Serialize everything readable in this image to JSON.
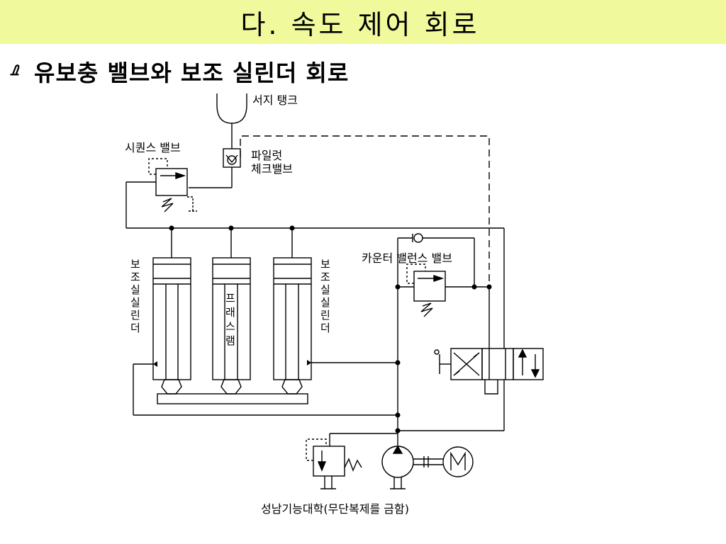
{
  "title": "다. 속도 제어 회로",
  "subtitle": {
    "bullet": "ࡈ",
    "text": "유보충 밸브와 보조 실린더 회로"
  },
  "labels": {
    "surge_tank": "서지 탱크",
    "sequence_valve": "시퀀스 밸브",
    "pilot_check_1": "파일럿",
    "pilot_check_2": "체크밸브",
    "counter_balance": "카운터 밸런스 밸브",
    "aux_cyl_left": [
      "보",
      "조",
      "실",
      "실",
      "린",
      "더"
    ],
    "press_ram": [
      "프",
      "래",
      "스",
      "램"
    ],
    "aux_cyl_right": [
      "보",
      "조",
      "실",
      "실",
      "린",
      "더"
    ],
    "footer": "성남기능대학(무단복제를 금함)"
  },
  "colors": {
    "title_bg": "#f0fa9c",
    "line": "#000000"
  }
}
